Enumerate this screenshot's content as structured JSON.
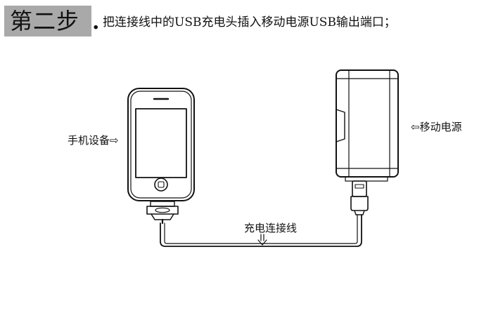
{
  "header": {
    "step_label": "第二步",
    "step_separator": ".",
    "instruction": "把连接线中的USB充电头插入移动电源USB输出端口；"
  },
  "labels": {
    "phone": "手机设备⇨",
    "power_bank": "⇦移动电源",
    "cable": "充电连接线"
  },
  "colors": {
    "step_box": "#a9a9a9",
    "line_art": "#111111",
    "background": "#ffffff"
  },
  "icons": [
    "phone-icon",
    "power-bank-icon",
    "dock-connector-icon",
    "usb-plug-icon",
    "down-arrow-icon"
  ]
}
